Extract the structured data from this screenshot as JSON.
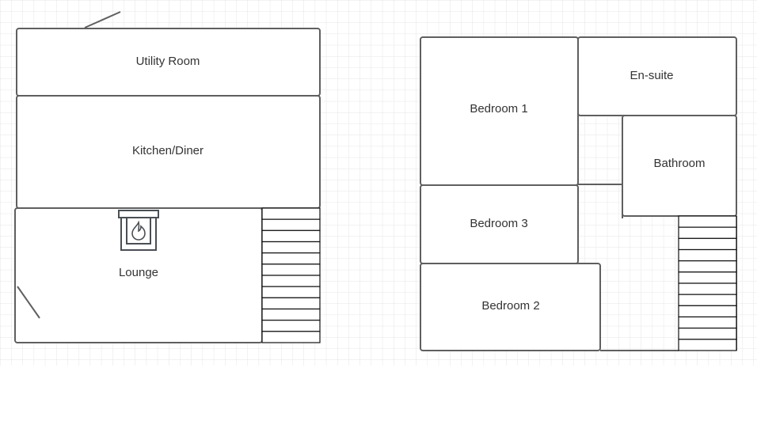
{
  "ground_floor": {
    "rooms": [
      {
        "id": "utility",
        "label": "Utility Room"
      },
      {
        "id": "kitchen",
        "label": "Kitchen/Diner"
      },
      {
        "id": "lounge",
        "label": "Lounge"
      }
    ],
    "stair_steps": 12,
    "icons": [
      "fireplace-icon"
    ]
  },
  "first_floor": {
    "rooms": [
      {
        "id": "bedroom1",
        "label": "Bedroom 1"
      },
      {
        "id": "ensuite",
        "label": "En-suite"
      },
      {
        "id": "bathroom",
        "label": "Bathroom"
      },
      {
        "id": "bedroom3",
        "label": "Bedroom 3"
      },
      {
        "id": "bedroom2",
        "label": "Bedroom 2"
      }
    ],
    "stair_steps": 12
  },
  "colors": {
    "wall": "#5f5f5f",
    "grid": "#e6e6e6",
    "text": "#333333"
  }
}
